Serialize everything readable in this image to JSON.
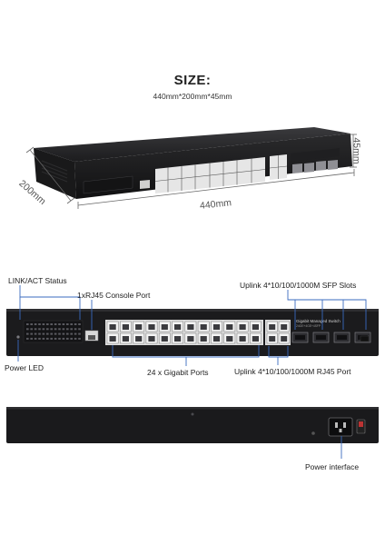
{
  "size": {
    "title": "SIZE:",
    "dimensions": "440mm*200mm*45mm"
  },
  "dims": {
    "height": "45mm",
    "depth": "200mm",
    "width": "440mm"
  },
  "front_panel": {
    "model_label": "Gigabit Managed Switch",
    "model_sub": "24GE+4GE+4SFP"
  },
  "callouts": {
    "link_act": "LINK/ACT Status",
    "console": "1xRJ45  Console Port",
    "sfp": "Uplink 4*10/100/1000M SFP Slots",
    "power_led": "Power LED",
    "gigabit": "24 x Gigabit  Ports",
    "rj45": "Uplink 4*10/100/1000M RJ45 Port",
    "power_interface": "Power interface"
  }
}
